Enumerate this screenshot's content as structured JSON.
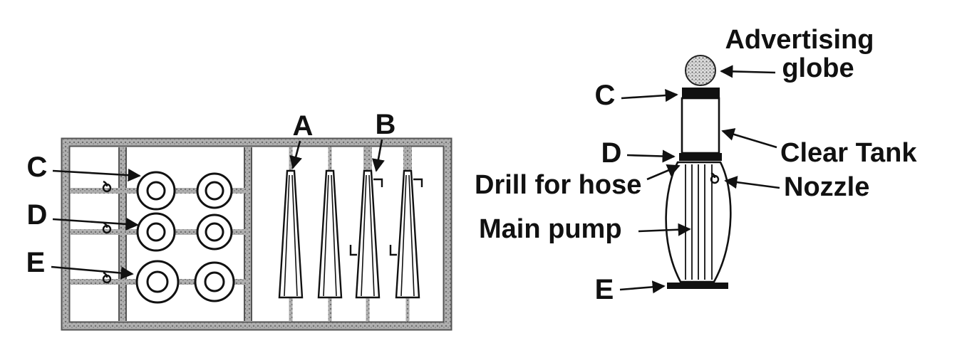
{
  "sprue": {
    "labels": {
      "a": "A",
      "b": "B",
      "c": "C",
      "d": "D",
      "e": "E"
    },
    "parts": [
      "ring",
      "ring-small",
      "cone-body",
      "cone-body-with-hook",
      "nozzle"
    ]
  },
  "assembly": {
    "labels": {
      "advertising_line1": "Advertising",
      "advertising_line2": "globe",
      "c": "C",
      "clear_tank": "Clear Tank",
      "d": "D",
      "drill_for_hose": "Drill for hose",
      "nozzle": "Nozzle",
      "main_pump": "Main pump",
      "e": "E"
    }
  },
  "icons": {
    "nozzle_glyph": "small hooked nozzle shape",
    "advertising_globe": "stippled sphere"
  },
  "colors": {
    "ink": "#111111",
    "runner_gray": "#b0b0b0",
    "runner_edge": "#555555",
    "paper": "#ffffff"
  }
}
